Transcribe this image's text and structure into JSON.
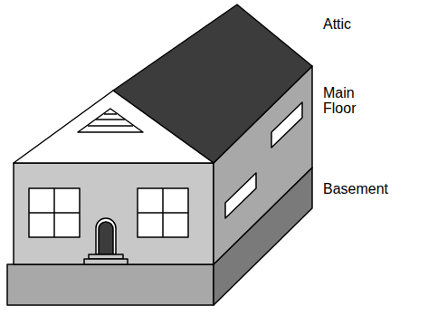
{
  "diagram": {
    "labels": [
      "Attic",
      "Main Floor",
      "Basement"
    ]
  }
}
